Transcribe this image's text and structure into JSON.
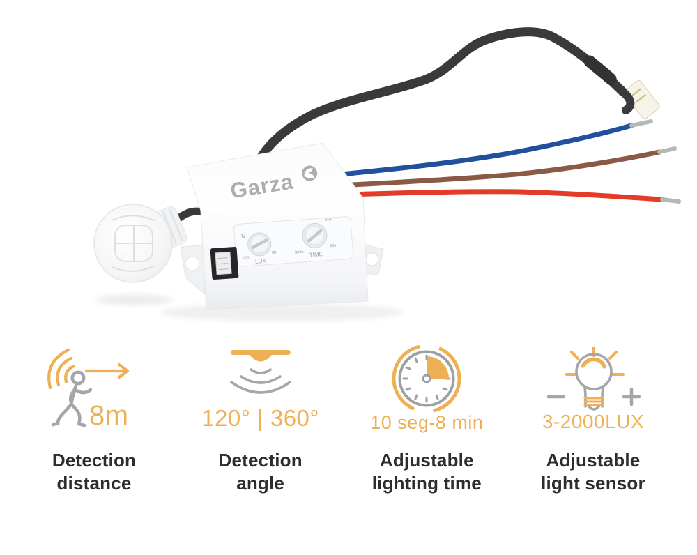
{
  "page": {
    "background": "#ffffff"
  },
  "brand": {
    "logo_text": "Garza"
  },
  "device": {
    "lux_knob": {
      "label": "LUX",
      "marks": [
        "300",
        "30"
      ]
    },
    "time_knob": {
      "label": "TIME",
      "marks": [
        "10s",
        "90s",
        "3min"
      ]
    },
    "wires": [
      {
        "name": "mains-cable",
        "color": "#3a3a3c"
      },
      {
        "name": "blue-wire",
        "color": "#21509f"
      },
      {
        "name": "brown-wire",
        "color": "#8a5a45"
      },
      {
        "name": "red-wire",
        "color": "#e23b27"
      }
    ]
  },
  "features": [
    {
      "id": "detection-distance",
      "value": "8m",
      "label_line1": "Detection",
      "label_line2": "distance"
    },
    {
      "id": "detection-angle",
      "value": "120° | 360°",
      "label_line1": "Detection",
      "label_line2": "angle"
    },
    {
      "id": "adjustable-lighting-time",
      "value": "10 seg-8 min",
      "label_line1": "Adjustable",
      "label_line2": "lighting time"
    },
    {
      "id": "adjustable-light-sensor",
      "value": "3-2000LUX",
      "label_line1": "Adjustable",
      "label_line2": "light sensor"
    }
  ],
  "colors": {
    "accent": "#efaf55",
    "icon_gray": "#a3a7aa",
    "text_dark": "#2d2d2f",
    "logo_gray": "#abadaf"
  }
}
